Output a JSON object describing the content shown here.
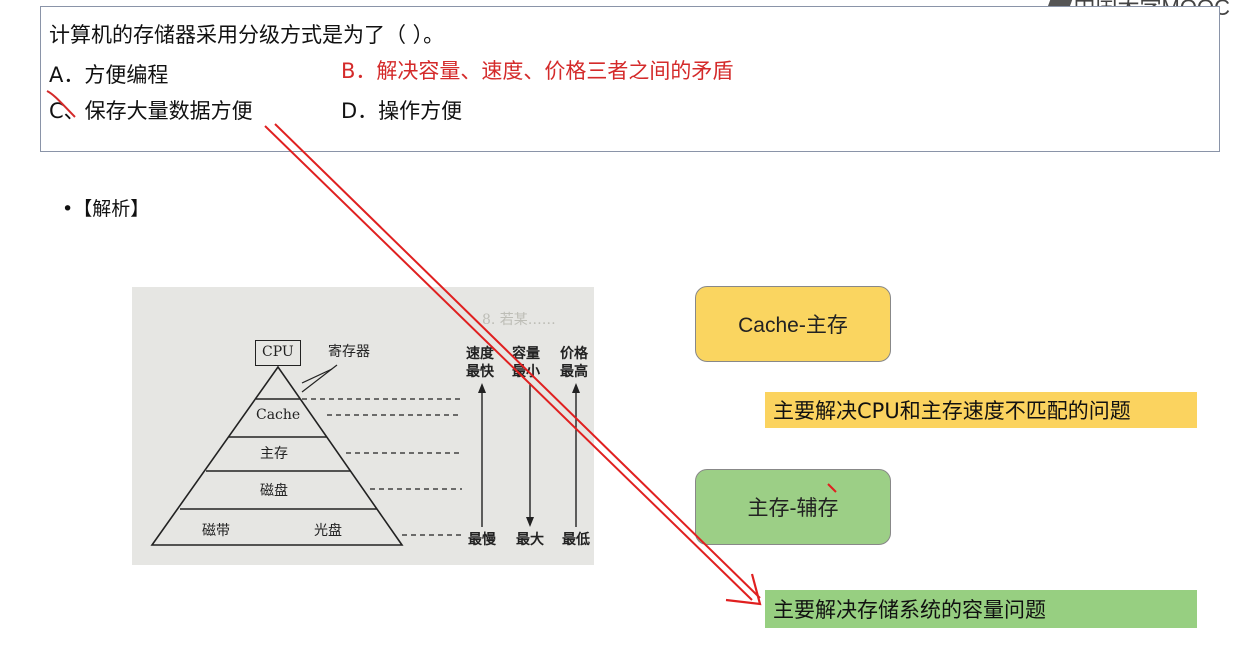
{
  "watermark": "中国大学MOOC",
  "question": {
    "text": "计算机的存储器采用分级方式是为了（    ）。",
    "options": {
      "a": "A．方便编程",
      "b": "B．解决容量、速度、价格三者之间的矛盾",
      "c": "C、保存大量数据方便",
      "d": "D．操作方便"
    }
  },
  "analysis_label": "•【解析】",
  "figure": {
    "cpu": "CPU",
    "register": "寄存器",
    "levels": [
      "Cache",
      "主存",
      "磁盘"
    ],
    "bottom_left": "磁带",
    "bottom_right": "光盘",
    "columns": [
      {
        "top": "速度\n最快",
        "bottom": "最慢"
      },
      {
        "top": "容量\n最小",
        "bottom": "最大"
      },
      {
        "top": "价格\n最高",
        "bottom": "最低"
      }
    ]
  },
  "cards": {
    "cache_main": "Cache-主存",
    "cache_main_note": "主要解决CPU和主存速度不匹配的问题",
    "main_aux": "主存-辅存",
    "main_aux_note": "主要解决存储系统的容量问题"
  },
  "colors": {
    "answer_red": "#d42a2a",
    "yellow": "#fad560",
    "green": "#9ccf86",
    "annotation_red": "#e02020"
  }
}
